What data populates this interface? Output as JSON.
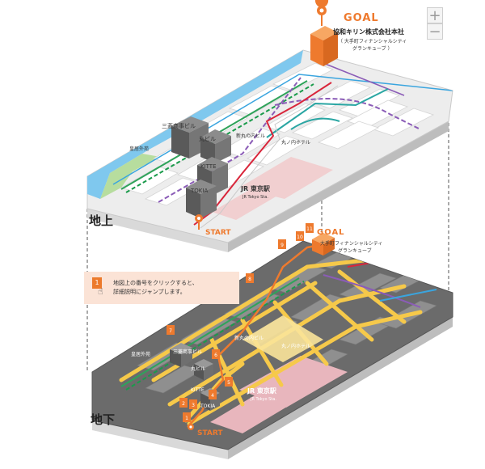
{
  "controls": {
    "zoom_in": "+",
    "zoom_out": "−"
  },
  "levels": {
    "above": "地上",
    "below": "地下"
  },
  "hint": {
    "line1": "地図上の番号をクリックすると、",
    "line2": "詳細説明にジャンプします。",
    "icon_number": "1"
  },
  "goal": {
    "label": "GOAL",
    "company": "協和キリン株式会社本社",
    "building_line1": "（ 大手町フィナンシャルシティ",
    "building_line2": "グランキューブ ）",
    "building_under": "大手町フィナンシャルシティ",
    "building_under2": "グランキューブ"
  },
  "start": {
    "label": "START"
  },
  "landmarks_above": {
    "mitsubishi": "三菱商事ビル",
    "maru": "丸ビル",
    "shinmaru": "新丸の内ビル",
    "kitte": "KITTE",
    "tokia": "TOKIA",
    "station": "JR 東京駅",
    "station_en": "JR Tokyo Sta.",
    "hotel": "丸ノ内ホテル",
    "moat": "皇居外苑"
  },
  "landmarks_below": {
    "mitsubishi": "三菱商事ビル",
    "maru": "丸ビル",
    "shinmaru": "新丸の内ビル",
    "kitte": "KITTE",
    "tokia": "TOKIA",
    "station": "JR 東京駅",
    "station_en": "JR Tokyo Sta.",
    "hotel": "丸ノ内ホテル",
    "moat": "皇居外苑"
  },
  "markers": [
    "1",
    "2",
    "3",
    "4",
    "5",
    "6",
    "7",
    "8",
    "9",
    "10",
    "11"
  ],
  "colors": {
    "accent": "#ee7a2e",
    "route_above": "#d9263b",
    "route_below": "#f6c94a",
    "hint_bg": "#fbe3d6",
    "underground": "#6b6b6b"
  }
}
